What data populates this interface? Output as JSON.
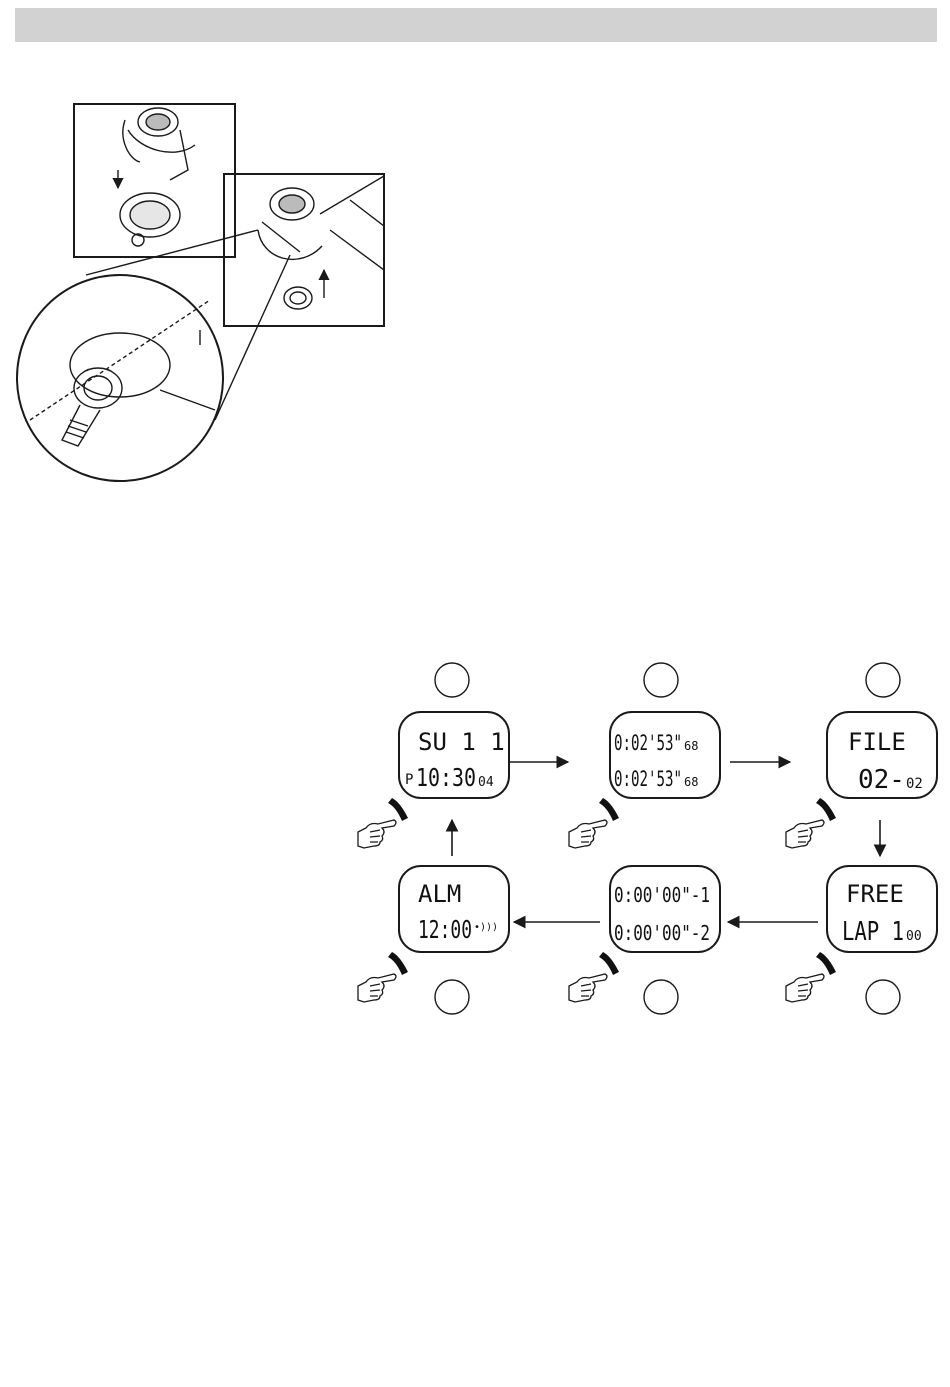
{
  "header": {
    "title": ""
  },
  "screens": [
    {
      "id": "time",
      "line1": "SU 1 1",
      "line2_prefix": "P",
      "line2": "10:30",
      "line2_small": "04"
    },
    {
      "id": "chrono",
      "line1": "0:02'53\"",
      "line1_small": "68",
      "line2": "0:02'53\"",
      "line2_small": "68"
    },
    {
      "id": "file",
      "line1": "FILE",
      "line2": "02-",
      "line2_small": "02"
    },
    {
      "id": "alarm",
      "line1": "ALM",
      "line2": "12:00",
      "line2_suffix": "•)))"
    },
    {
      "id": "timer",
      "line1": "0:00'00\"-1",
      "line2": "0:00'00\"-2"
    },
    {
      "id": "freelap",
      "line1": "FREE",
      "line2": "LAP 1",
      "line2_small": "00"
    }
  ],
  "colors": {
    "ink": "#1a1a1a",
    "header": "#d2d2d2"
  },
  "icons": [
    "pointing-hand-icon",
    "mode-button-icon",
    "arrow-icon",
    "step-circle-icon"
  ]
}
